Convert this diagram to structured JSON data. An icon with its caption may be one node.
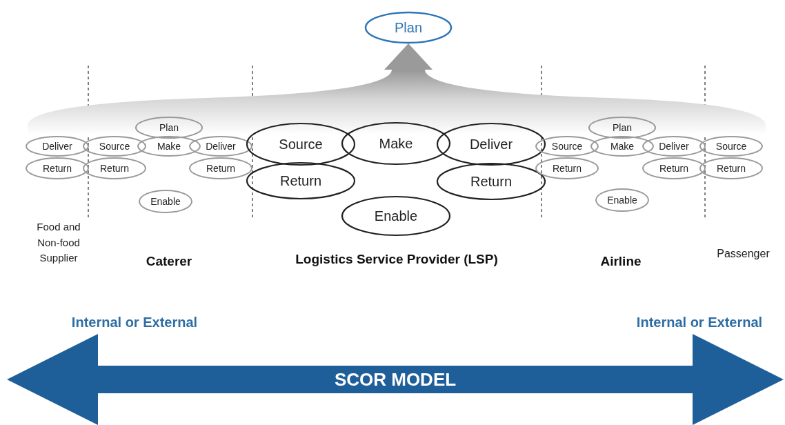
{
  "diagram": {
    "nodes": [
      {
        "text": [
          "Plan"
        ]
      },
      {
        "text": [
          "Deliver"
        ]
      },
      {
        "text": [
          "Return"
        ]
      },
      {
        "text": [
          "Plan"
        ]
      },
      {
        "text": [
          "Source"
        ]
      },
      {
        "text": [
          "Make"
        ]
      },
      {
        "text": [
          "Deliver"
        ]
      },
      {
        "text": [
          "Return"
        ]
      },
      {
        "text": [
          "Return"
        ]
      },
      {
        "text": [
          "Enable"
        ]
      },
      {
        "text": [
          "Source"
        ]
      },
      {
        "text": [
          "Make"
        ]
      },
      {
        "text": [
          "Deliver"
        ]
      },
      {
        "text": [
          "Return"
        ]
      },
      {
        "text": [
          "Return"
        ]
      },
      {
        "text": [
          "Enable"
        ]
      },
      {
        "text": [
          "Plan"
        ]
      },
      {
        "text": [
          "Source"
        ]
      },
      {
        "text": [
          "Make"
        ]
      },
      {
        "text": [
          "Deliver"
        ]
      },
      {
        "text": [
          "Return"
        ]
      },
      {
        "text": [
          "Return"
        ]
      },
      {
        "text": [
          "Enable"
        ]
      },
      {
        "text": [
          "Source"
        ]
      },
      {
        "text": [
          "Return"
        ]
      },
      {
        "text": [
          "SCOR MODEL"
        ]
      },
      {
        "text": [],
        "shape": "fan"
      }
    ],
    "edges": [
      {
        "from": 26,
        "to": 0,
        "arrow": "to"
      }
    ],
    "labels": [
      "Food and Non-food Supplier",
      "Caterer",
      "Logistics Service Provider (LSP)",
      "Airline",
      "Passenger",
      "Internal or External",
      "Internal or External"
    ]
  }
}
